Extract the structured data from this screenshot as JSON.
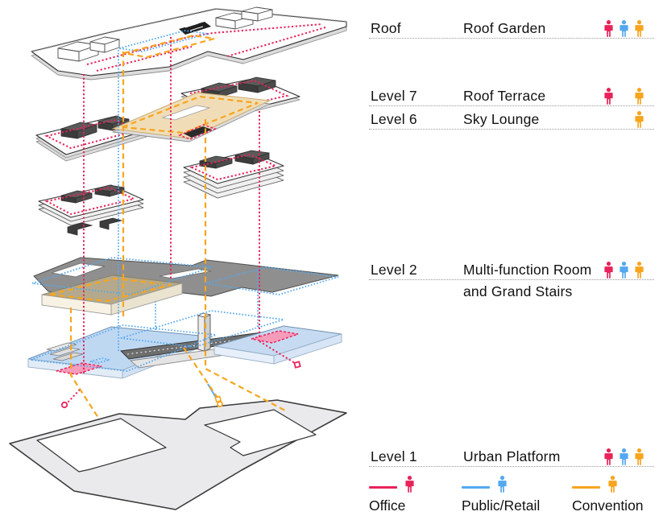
{
  "colors": {
    "office": "#E8235A",
    "public_retail": "#54A8F0",
    "convention": "#F7A51E",
    "pink_fill": "#F59CBB",
    "blue_fill": "#BFD8F2",
    "tan_fill": "#F0DDB8",
    "plate_gray": "#8F8F8F",
    "ground_gray": "#EAEAEC"
  },
  "levels": [
    {
      "level": "Roof",
      "name": "Roof Garden",
      "name2": "",
      "users": [
        "office",
        "public",
        "convention"
      ]
    },
    {
      "level": "Level 7",
      "name": "Roof Terrace",
      "name2": "",
      "users": [
        "office",
        "convention"
      ]
    },
    {
      "level": "Level 6",
      "name": "Sky Lounge",
      "name2": "",
      "users": [
        "convention"
      ]
    },
    {
      "level": "Level 2",
      "name": "Multi-function Room",
      "name2": "and Grand Stairs",
      "users": [
        "office",
        "public",
        "convention"
      ]
    },
    {
      "level": "Level 1",
      "name": "Urban Platform",
      "name2": "",
      "users": [
        "office",
        "public",
        "convention"
      ]
    }
  ],
  "legend": [
    {
      "label": "Office",
      "kind": "office"
    },
    {
      "label": "Public/Retail",
      "kind": "public"
    },
    {
      "label": "Convention",
      "kind": "convention"
    }
  ]
}
